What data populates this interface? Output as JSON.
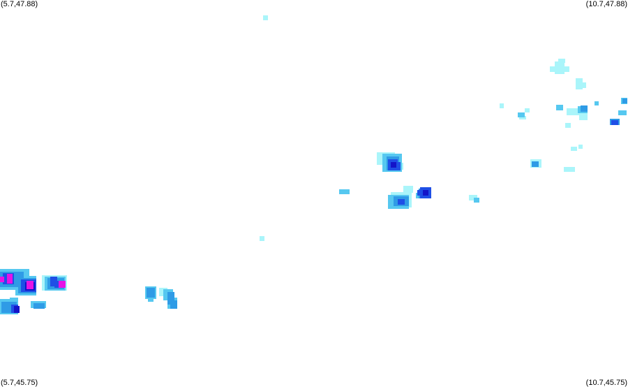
{
  "map": {
    "corners": {
      "top_left": "(5.7,47.88)",
      "top_right": "(10.7,47.88)",
      "bottom_left": "(5.7,45.75)",
      "bottom_right": "(10.7,45.75)"
    },
    "bounds": {
      "lon_min": 5.7,
      "lon_max": 10.7,
      "lat_min": 45.75,
      "lat_max": 47.88
    },
    "palette": {
      "light": "#aaf5fa",
      "cyan": "#56c8f0",
      "mid": "#2f9be6",
      "blue": "#1f4fe6",
      "dark": "#1414c8",
      "magenta": "#e614e6"
    }
  }
}
